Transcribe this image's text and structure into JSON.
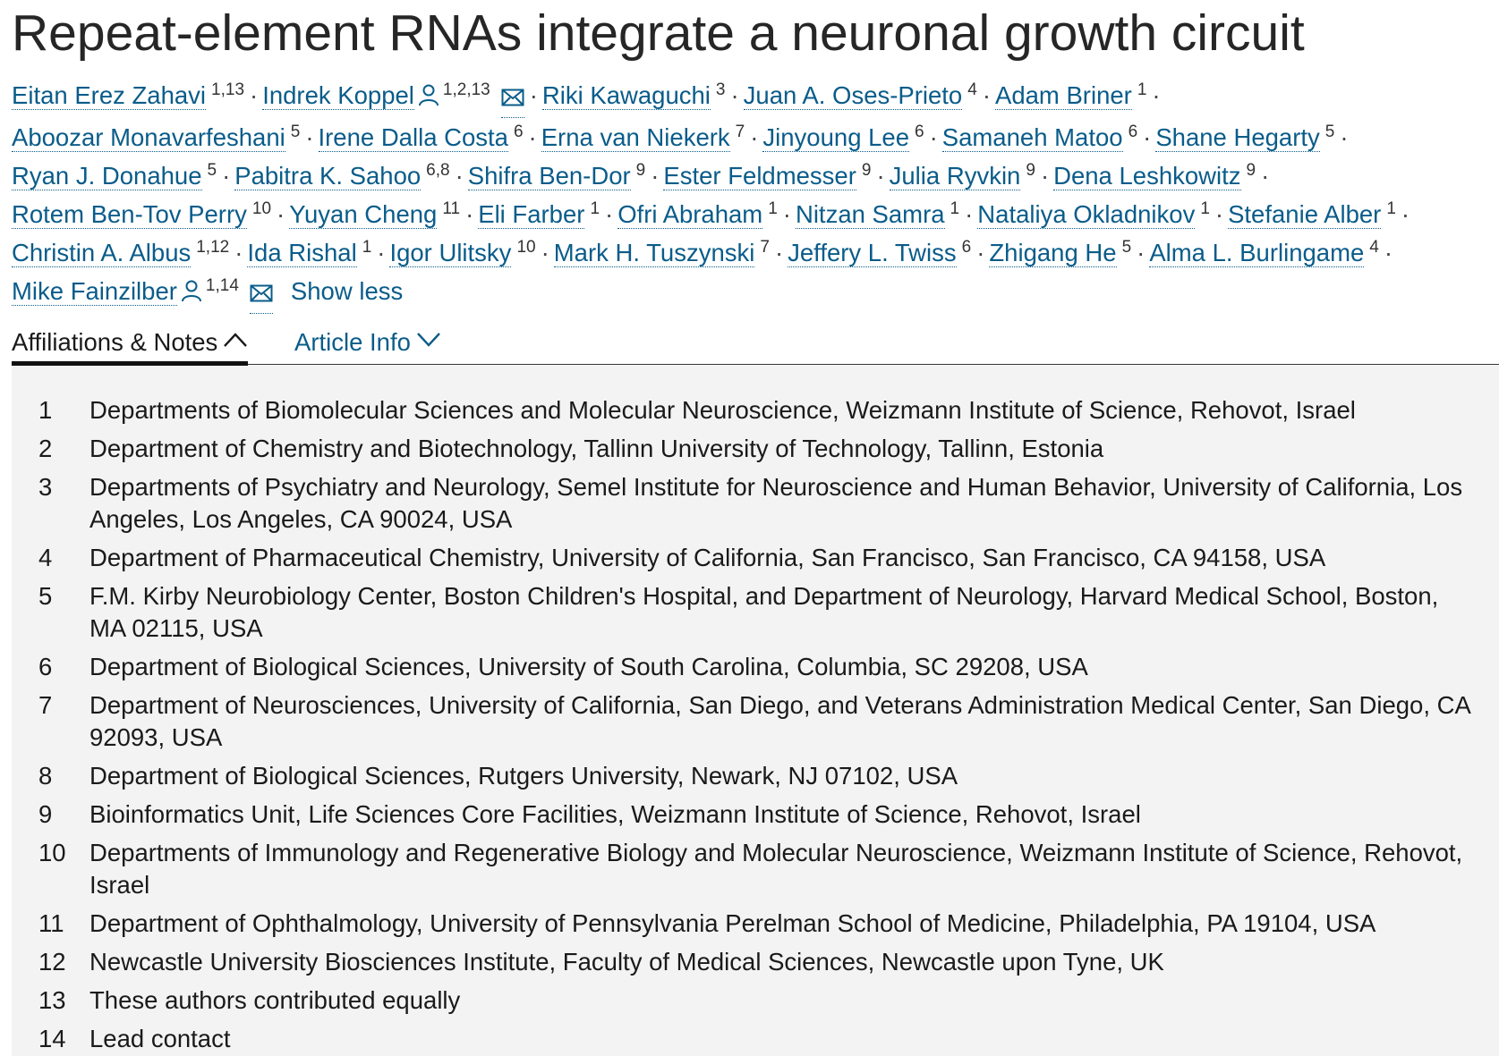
{
  "article": {
    "title": "Repeat-element RNAs integrate a neuronal growth circuit"
  },
  "authors": [
    {
      "name": "Eitan Erez Zahavi",
      "sup": "1,13"
    },
    {
      "name": "Indrek Koppel",
      "sup": "1,2,13",
      "person_icon": "person-icon",
      "email_icon": "mail-icon"
    },
    {
      "name": "Riki Kawaguchi",
      "sup": "3"
    },
    {
      "name": "Juan A. Oses-Prieto",
      "sup": "4"
    },
    {
      "name": "Adam Briner",
      "sup": "1"
    },
    {
      "name": "Aboozar Monavarfeshani",
      "sup": "5"
    },
    {
      "name": "Irene Dalla Costa",
      "sup": "6"
    },
    {
      "name": "Erna van Niekerk",
      "sup": "7"
    },
    {
      "name": "Jinyoung Lee",
      "sup": "6"
    },
    {
      "name": "Samaneh Matoo",
      "sup": "6"
    },
    {
      "name": "Shane Hegarty",
      "sup": "5"
    },
    {
      "name": "Ryan J. Donahue",
      "sup": "5"
    },
    {
      "name": "Pabitra K. Sahoo",
      "sup": "6,8"
    },
    {
      "name": "Shifra Ben-Dor",
      "sup": "9"
    },
    {
      "name": "Ester Feldmesser",
      "sup": "9"
    },
    {
      "name": "Julia Ryvkin",
      "sup": "9"
    },
    {
      "name": "Dena Leshkowitz",
      "sup": "9"
    },
    {
      "name": "Rotem Ben-Tov Perry",
      "sup": "10"
    },
    {
      "name": "Yuyan Cheng",
      "sup": "11"
    },
    {
      "name": "Eli Farber",
      "sup": "1"
    },
    {
      "name": "Ofri Abraham",
      "sup": "1"
    },
    {
      "name": "Nitzan Samra",
      "sup": "1"
    },
    {
      "name": "Nataliya Okladnikov",
      "sup": "1"
    },
    {
      "name": "Stefanie Alber",
      "sup": "1"
    },
    {
      "name": "Christin A. Albus",
      "sup": "1,12"
    },
    {
      "name": "Ida Rishal",
      "sup": "1"
    },
    {
      "name": "Igor Ulitsky",
      "sup": "10"
    },
    {
      "name": "Mark H. Tuszynski",
      "sup": "7"
    },
    {
      "name": "Jeffery L. Twiss",
      "sup": "6"
    },
    {
      "name": "Zhigang He",
      "sup": "5"
    },
    {
      "name": "Alma L. Burlingame",
      "sup": "4"
    },
    {
      "name": "Mike Fainzilber",
      "sup": "1,14",
      "person_icon": "person-icon",
      "email_icon": "mail-icon"
    }
  ],
  "author_line_breaks_after": [
    4,
    10,
    16,
    23,
    30
  ],
  "separator": "·",
  "show_less_label": "Show less",
  "tabs": [
    {
      "label": "Affiliations & Notes",
      "chevron": "chevron-up-icon",
      "active": true
    },
    {
      "label": "Article Info",
      "chevron": "chevron-down-icon",
      "active": false
    }
  ],
  "affiliations": [
    {
      "num": "1",
      "text": "Departments of Biomolecular Sciences and Molecular Neuroscience, Weizmann Institute of Science, Rehovot, Israel"
    },
    {
      "num": "2",
      "text": "Department of Chemistry and Biotechnology, Tallinn University of Technology, Tallinn, Estonia"
    },
    {
      "num": "3",
      "text": "Departments of Psychiatry and Neurology, Semel Institute for Neuroscience and Human Behavior, University of California, Los Angeles, Los Angeles, CA 90024, USA"
    },
    {
      "num": "4",
      "text": "Department of Pharmaceutical Chemistry, University of California, San Francisco, San Francisco, CA 94158, USA"
    },
    {
      "num": "5",
      "text": "F.M. Kirby Neurobiology Center, Boston Children's Hospital, and Department of Neurology, Harvard Medical School, Boston, MA 02115, USA"
    },
    {
      "num": "6",
      "text": "Department of Biological Sciences, University of South Carolina, Columbia, SC 29208, USA"
    },
    {
      "num": "7",
      "text": "Department of Neurosciences, University of California, San Diego, and Veterans Administration Medical Center, San Diego, CA 92093, USA"
    },
    {
      "num": "8",
      "text": "Department of Biological Sciences, Rutgers University, Newark, NJ 07102, USA"
    },
    {
      "num": "9",
      "text": "Bioinformatics Unit, Life Sciences Core Facilities, Weizmann Institute of Science, Rehovot, Israel"
    },
    {
      "num": "10",
      "text": "Departments of Immunology and Regenerative Biology and Molecular Neuroscience, Weizmann Institute of Science, Rehovot, Israel"
    },
    {
      "num": "11",
      "text": "Department of Ophthalmology, University of Pennsylvania Perelman School of Medicine, Philadelphia, PA 19104, USA"
    },
    {
      "num": "12",
      "text": "Newcastle University Biosciences Institute, Faculty of Medical Sciences, Newcastle upon Tyne, UK"
    },
    {
      "num": "13",
      "text": "These authors contributed equally"
    },
    {
      "num": "14",
      "text": "Lead contact"
    }
  ],
  "colors": {
    "link": "#0a5c8a",
    "text": "#1a1a1a",
    "panel_bg": "#f3f3f3"
  }
}
